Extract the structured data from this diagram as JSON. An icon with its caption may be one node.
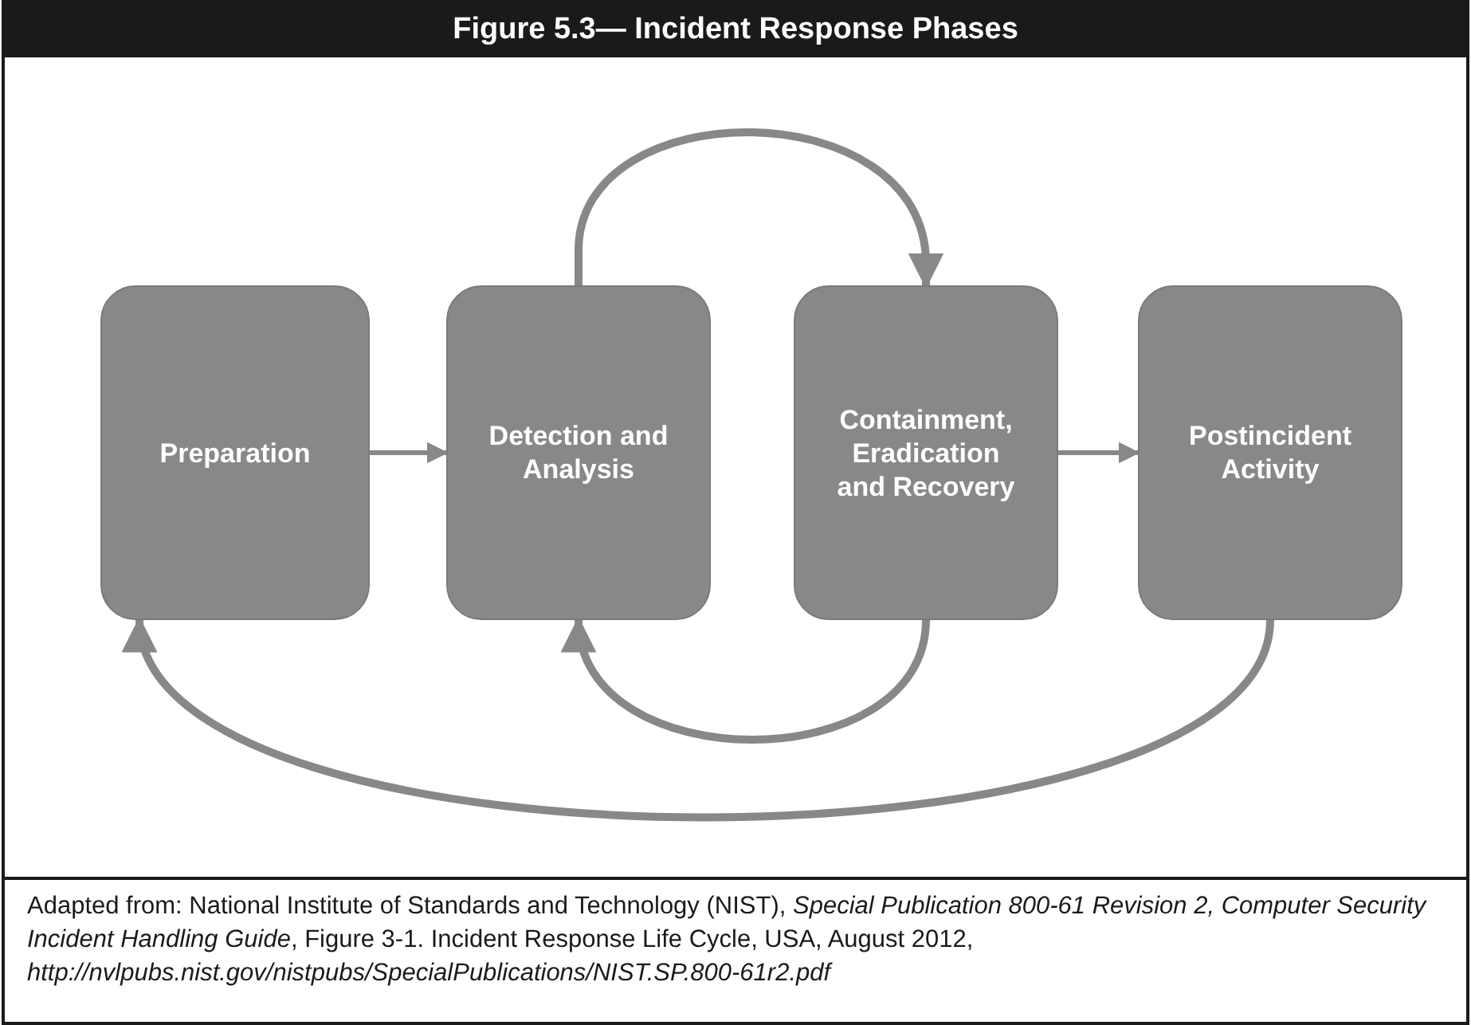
{
  "diagram": {
    "title": "Figure 5.3— Incident Response Phases",
    "caption": "Adapted from: National Institute of Standards and Technology (NIST), *Special Publication 800-61 Revision 2, Computer Security Incident Handling Guide*, Figure 3-1. Incident Response Life Cycle, USA, August 2012, *http://nvlpubs.nist.gov/nistpubs/SpecialPublications/NIST.SP.800-61r2.pdf*",
    "nodes": [
      {
        "text": [
          "Preparation"
        ]
      },
      {
        "text": [
          "Detection and Analysis"
        ]
      },
      {
        "text": [
          "Containment, Eradication and Recovery"
        ]
      },
      {
        "text": [
          "Postincident Activity"
        ]
      }
    ],
    "edges": [
      {
        "from": 0,
        "to": 1,
        "arrow": "to"
      },
      {
        "from": 1,
        "to": 2,
        "arrow": "to"
      },
      {
        "from": 2,
        "to": 3,
        "arrow": "to"
      },
      {
        "from": 2,
        "to": 1,
        "arrow": "to"
      },
      {
        "from": 3,
        "to": 0,
        "arrow": "to"
      }
    ]
  }
}
